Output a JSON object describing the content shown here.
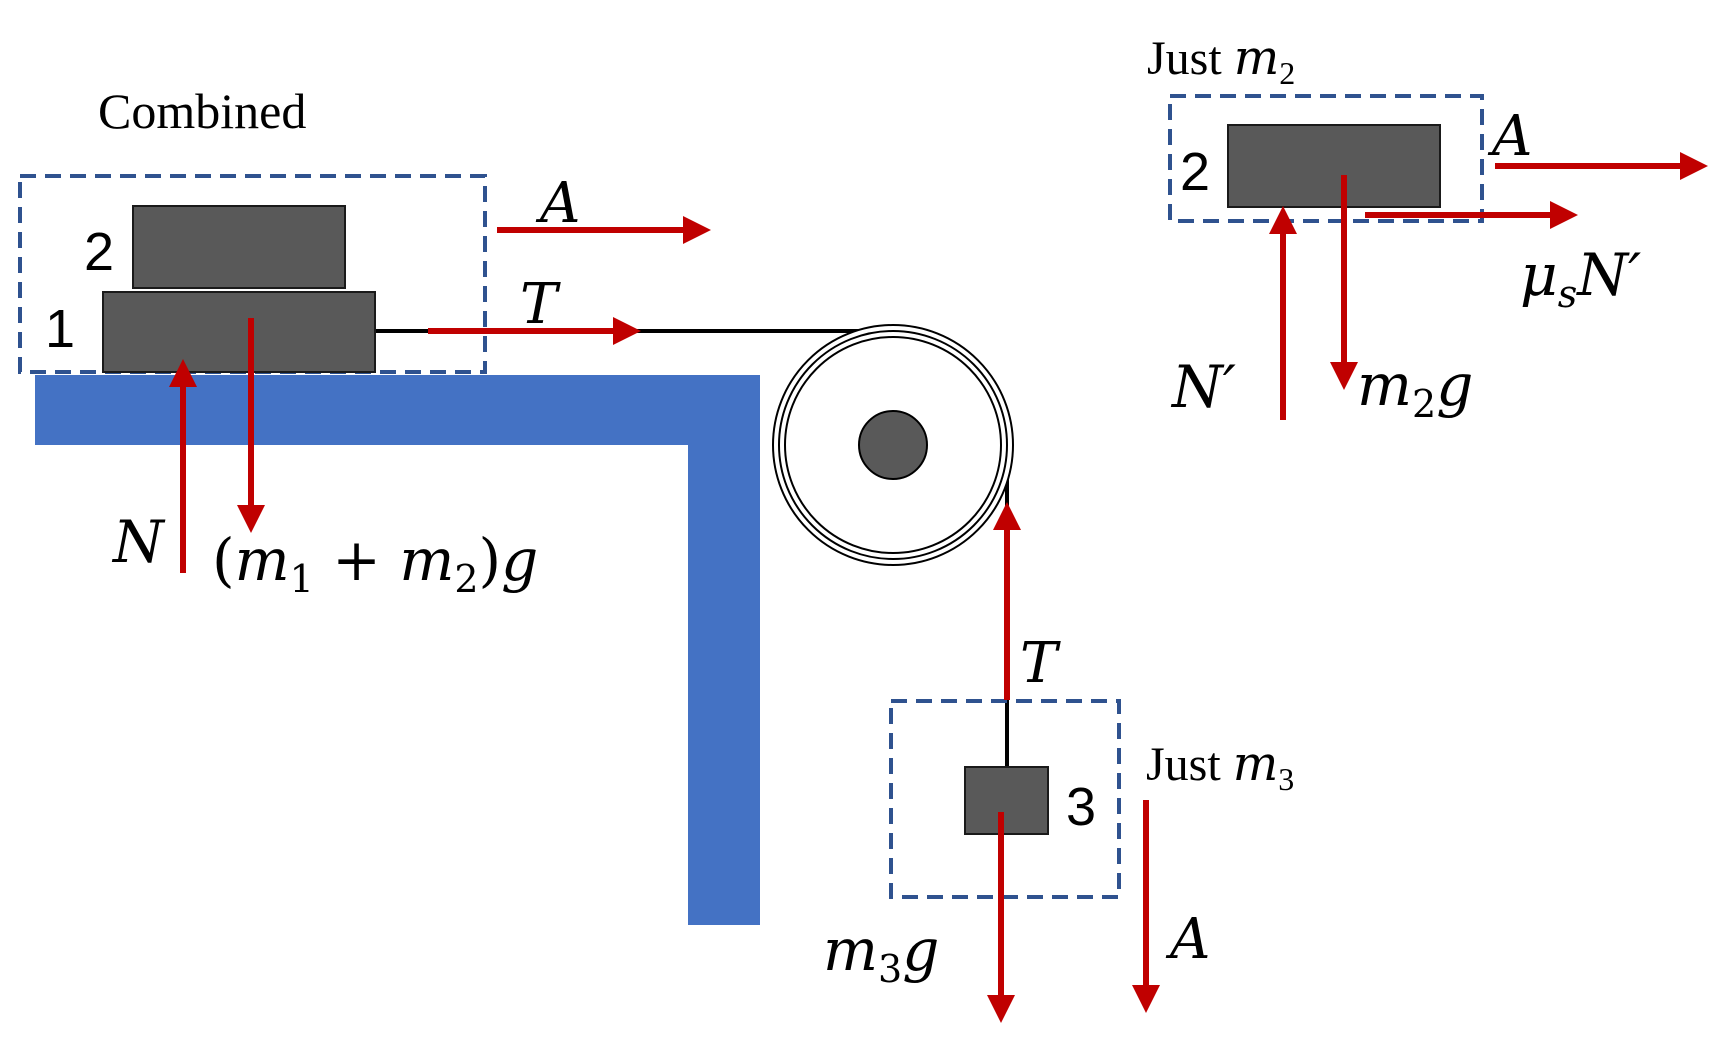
{
  "colors": {
    "table": "#4472c4",
    "block": "#595959",
    "force_arrow": "#c00000",
    "dashed_box": "#2f528f",
    "rope": "#000000"
  },
  "labels": {
    "combined": "Combined",
    "just_m2_prefix": "Just ",
    "just_m3_prefix": "Just ",
    "m2_var": "m",
    "m2_sub": "2",
    "m3_var": "m",
    "m3_sub": "3"
  },
  "blocks": {
    "block1": "1",
    "block2_left": "2",
    "block2_right": "2",
    "block3": "3"
  },
  "forces": {
    "A_combined": "A",
    "T_horizontal": "T",
    "N": "N",
    "weight_combined": {
      "open": "(",
      "m": "m",
      "sub1": "1",
      "plus": " + ",
      "m2": "m",
      "sub2": "2",
      "close": ")",
      "g": "g"
    },
    "A_m2": "A",
    "mu_s": "μ",
    "mu_sub": "s",
    "N_prime": "N′",
    "N_prime_mu": "N′",
    "m2g_m": "m",
    "m2g_sub": "2",
    "m2g_g": "g",
    "T_vertical": "T",
    "m3g_m": "m",
    "m3g_sub": "3",
    "m3g_g": "g",
    "A_m3": "A"
  }
}
